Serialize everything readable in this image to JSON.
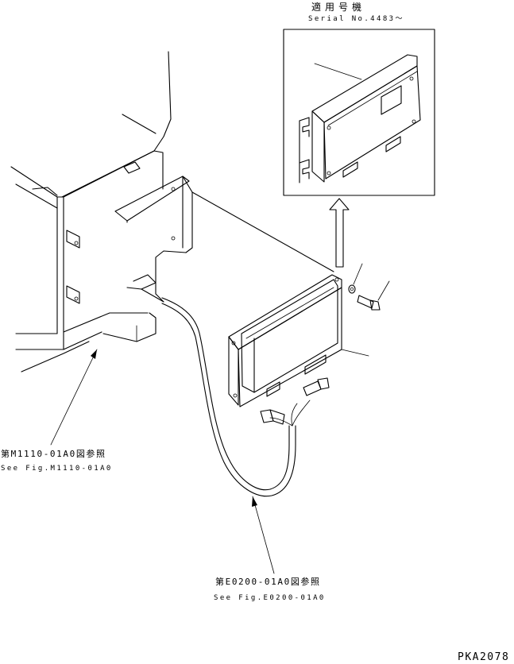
{
  "applicable_serial": {
    "jp": "適用号機",
    "en": "Serial No.4483〜"
  },
  "references": [
    {
      "jp": "第M1110-01A0図参照",
      "en": "See Fig.M1110-01A0"
    },
    {
      "jp": "第E0200-01A0図参照",
      "en": "See Fig.E0200-01A0"
    }
  ],
  "figure_code": "PKA2078",
  "colors": {
    "line": "#000000",
    "background": "#ffffff"
  }
}
